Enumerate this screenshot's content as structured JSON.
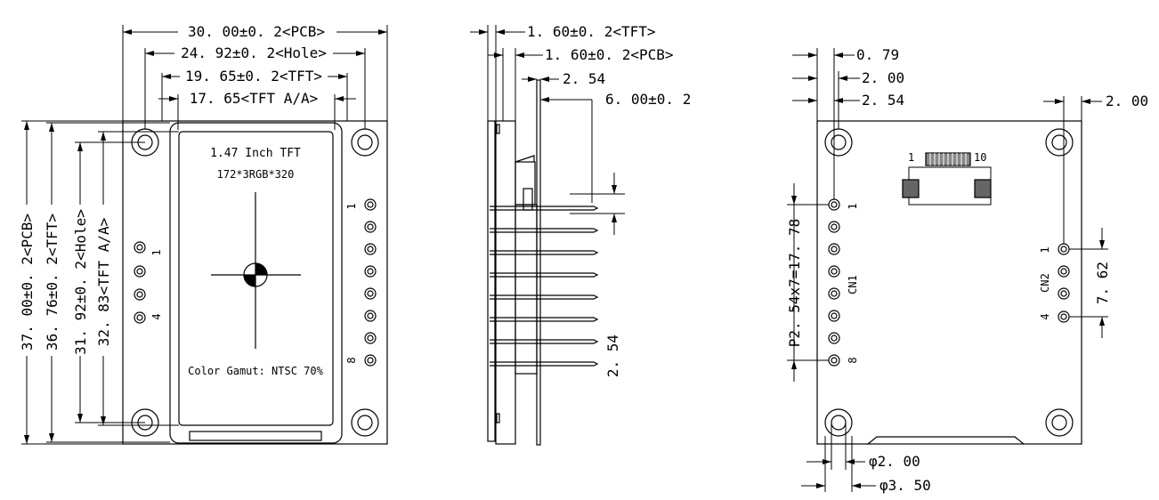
{
  "colors": {
    "line": "#000000",
    "paper": "#ffffff",
    "fill": "#666666"
  },
  "front": {
    "dims_h": [
      "30. 00±0. 2<PCB>",
      "24. 92±0. 2<Hole>",
      "19. 65±0. 2<TFT>",
      "17. 65<TFT A/A>"
    ],
    "dims_v": [
      "37. 00±0. 2<PCB>",
      "36. 76±0. 2<TFT>",
      "31. 92±0. 2<Hole>",
      "32. 83<TFT A/A>"
    ],
    "screen_title": "1.47 Inch TFT",
    "screen_res": "172*3RGB*320",
    "screen_gamut": "Color Gamut: NTSC 70%",
    "left_pins": [
      "1",
      "4"
    ],
    "right_pins": [
      "1",
      "8"
    ]
  },
  "side": {
    "dims": [
      "1. 60±0. 2<TFT>",
      "1. 60±0. 2<PCB>",
      "2. 54",
      "6. 00±0. 2"
    ],
    "pitch": "2. 54"
  },
  "back": {
    "dims_top": [
      "0. 79",
      "2. 00",
      "2. 54"
    ],
    "dim_right": "2. 00",
    "fpc_labels": [
      "1",
      "10"
    ],
    "cn1": {
      "label": "CN1",
      "pins": [
        "1",
        "8"
      ],
      "pitch": "P2. 54x7=17. 78"
    },
    "cn2": {
      "label": "CN2",
      "pins": [
        "1",
        "4"
      ],
      "span": "7. 62"
    },
    "holes": [
      "φ2. 00",
      "φ3. 50"
    ]
  }
}
